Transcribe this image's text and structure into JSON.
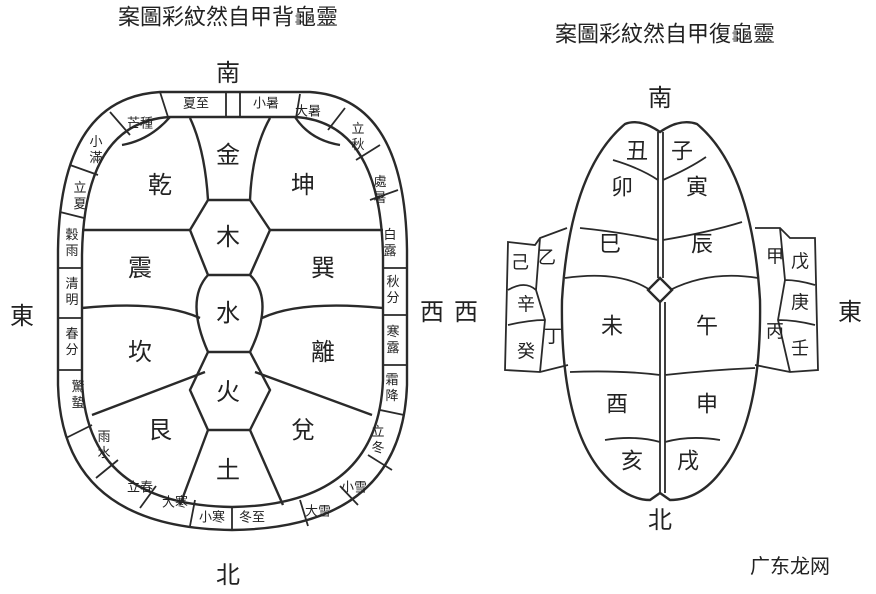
{
  "left": {
    "title": "案圖彩紋然自甲背龜靈",
    "directions": {
      "south": "南",
      "north": "北",
      "east": "東",
      "west": "西"
    },
    "center_column": [
      "金",
      "木",
      "水",
      "火",
      "土"
    ],
    "trigrams": {
      "qian": "乾",
      "kun": "坤",
      "zhen": "震",
      "xun": "巽",
      "kan": "坎",
      "li": "離",
      "gen": "艮",
      "dui": "兌"
    },
    "solar_terms": [
      "夏至",
      "小暑",
      "大暑",
      "立秋",
      "處暑",
      "白露",
      "秋分",
      "寒露",
      "霜降",
      "立冬",
      "小雪",
      "大雪",
      "冬至",
      "小寒",
      "大寒",
      "立春",
      "雨水",
      "驚蟄",
      "春分",
      "清明",
      "穀雨",
      "立夏",
      "小滿",
      "芒種"
    ]
  },
  "right": {
    "title": "案圖彩紋然自甲復龜靈",
    "directions": {
      "south": "南",
      "north": "北",
      "east": "東",
      "west": "西"
    },
    "earthly_branches": [
      "丑",
      "子",
      "卯",
      "寅",
      "巳",
      "辰",
      "未",
      "午",
      "酉",
      "申",
      "亥",
      "戌"
    ],
    "heavenly_stems_left": [
      "己",
      "乙",
      "辛",
      "丁",
      "癸"
    ],
    "heavenly_stems_right": [
      "甲",
      "戊",
      "庚",
      "丙",
      "壬"
    ]
  },
  "watermark": "广东龙网"
}
